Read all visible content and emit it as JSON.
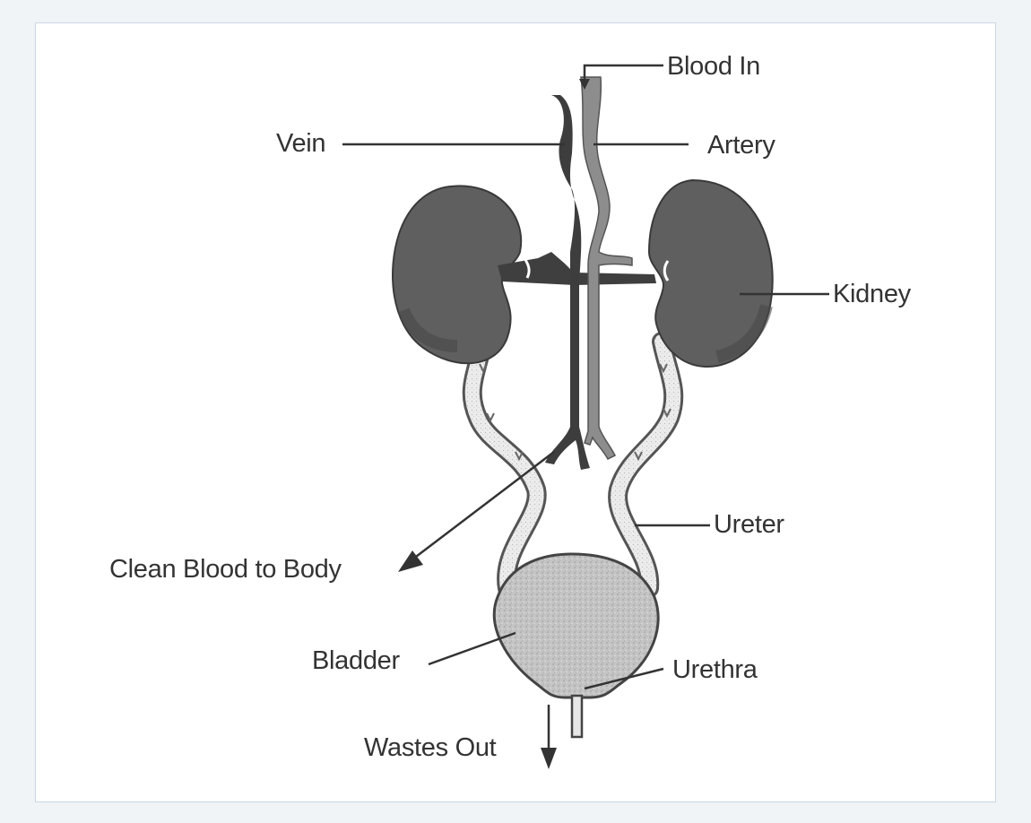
{
  "diagram": {
    "labels": {
      "blood_in": "Blood In",
      "vein": "Vein",
      "artery": "Artery",
      "kidney": "Kidney",
      "ureter": "Ureter",
      "clean_blood": "Clean Blood to Body",
      "bladder": "Bladder",
      "urethra": "Urethra",
      "wastes_out": "Wastes Out"
    }
  },
  "colors": {
    "background": "#f0f4f7",
    "frame_border": "#c9d7e3",
    "kidney": "#5a5a5a",
    "vein": "#3d3d3d",
    "artery": "#8a8a8a",
    "ureter_fill": "#e8e8e8",
    "bladder_fill": "#c8c8c8",
    "line": "#333333"
  }
}
